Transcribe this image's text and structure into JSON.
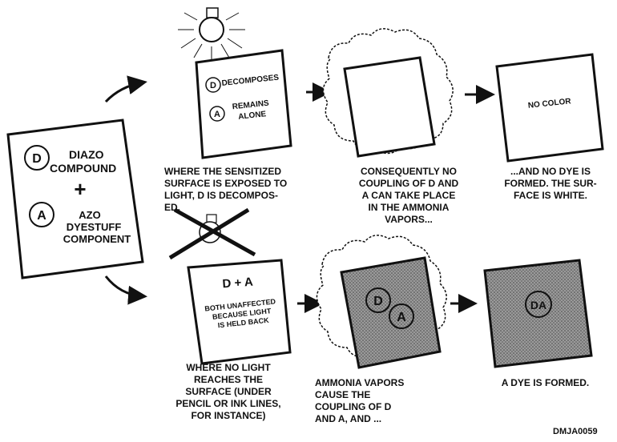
{
  "compound": {
    "d_symbol": "D",
    "d_line1": "DIAZO",
    "d_line2": "COMPOUND",
    "plus": "+",
    "a_symbol": "A",
    "a_line1": "AZO",
    "a_line2": "DYESTUFF",
    "a_line3": "COMPONENT"
  },
  "top_row": {
    "exposed_card": {
      "d_symbol": "D",
      "d_text": "DECOMPOSES",
      "a_symbol": "A",
      "a_line1": "REMAINS",
      "a_line2": "ALONE"
    },
    "no_color_text": "NO COLOR",
    "caption_exposed": "WHERE THE SENSITIZED\nSURFACE IS EXPOSED TO\nLIGHT, D IS DECOMPOS-\nED.",
    "caption_consequently": "CONSEQUENTLY NO\nCOUPLING OF D AND\nA CAN TAKE PLACE\nIN THE AMMONIA\nVAPORS...",
    "caption_no_dye": "...AND NO DYE IS\nFORMED.  THE SUR-\nFACE IS WHITE."
  },
  "bottom_row": {
    "shielded_card": {
      "title": "D + A",
      "line1": "BOTH UNAFFECTED",
      "line2": "BECAUSE LIGHT",
      "line3": "IS HELD BACK"
    },
    "coupling_d": "D",
    "coupling_a": "A",
    "dye_label": "DA",
    "caption_no_light": "WHERE NO LIGHT\nREACHES THE\nSURFACE (UNDER\nPENCIL OR INK LINES,\nFOR INSTANCE)",
    "caption_ammonia": "AMMONIA VAPORS\nCAUSE THE\nCOUPLING OF D\nAND A, AND ...",
    "caption_dye": "A DYE IS FORMED."
  },
  "figure_id": "DMJA0059",
  "colors": {
    "ink": "#111111",
    "dye_fill": "#8a8a8a",
    "paper": "#ffffff"
  }
}
